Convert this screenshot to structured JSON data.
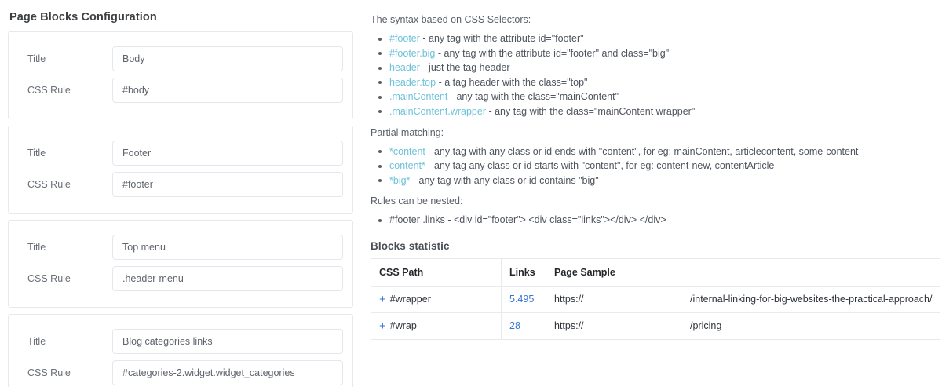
{
  "left_panel": {
    "title": "Page Blocks Configuration",
    "field_labels": {
      "title": "Title",
      "css_rule": "CSS Rule"
    },
    "blocks": [
      {
        "title": "Body",
        "css_rule": "#body"
      },
      {
        "title": "Footer",
        "css_rule": "#footer"
      },
      {
        "title": "Top menu",
        "css_rule": ".header-menu"
      },
      {
        "title": "Blog categories links",
        "css_rule": "#categories-2.widget.widget_categories"
      }
    ]
  },
  "right_panel": {
    "syntax_intro": "The syntax based on CSS Selectors:",
    "syntax_items": [
      {
        "selector": "#footer",
        "description": " - any tag with the attribute id=\"footer\""
      },
      {
        "selector": "#footer.big",
        "description": " - any tag with the attribute id=\"footer\" and class=\"big\""
      },
      {
        "selector": "header",
        "description": " - just the tag header"
      },
      {
        "selector": "header.top",
        "description": " - a tag header with the class=\"top\""
      },
      {
        "selector": ".mainContent",
        "description": " - any tag with the class=\"mainContent\""
      },
      {
        "selector": ".mainContent.wrapper",
        "description": " - any tag with the class=\"mainContent wrapper\""
      }
    ],
    "partial_matching_label": "Partial matching:",
    "partial_items": [
      {
        "selector": "*content",
        "description": " - any tag with any class or id ends with \"content\", for eg: mainContent, articlecontent, some-content"
      },
      {
        "selector": "content*",
        "description": " - any tag any class or id starts with \"content\", for eg: content-new, contentArticle"
      },
      {
        "selector": "*big*",
        "description": " - any tag with any class or id contains \"big\""
      }
    ],
    "nested_label": "Rules can be nested:",
    "nested_items": [
      {
        "selector": "#footer .links",
        "description": " - <div id=\"footer\"> <div class=\"links\"></div> </div>"
      }
    ],
    "stats": {
      "title": "Blocks statistic",
      "columns": [
        "CSS Path",
        "Links",
        "Page Sample"
      ],
      "rows": [
        {
          "icon": "plus-icon",
          "css_path": "#wrapper",
          "links": "5.495",
          "sample_scheme": "https://",
          "sample_path": "/internal-linking-for-big-websites-the-practical-approach/"
        },
        {
          "icon": "plus-icon",
          "css_path": "#wrap",
          "links": "28",
          "sample_scheme": "https://",
          "sample_path": "/pricing"
        }
      ]
    }
  },
  "colors": {
    "selector_blue": "#6ec1da",
    "link_blue": "#3573d4",
    "text_dark": "#2f343b",
    "border": "#e6e8ec"
  }
}
